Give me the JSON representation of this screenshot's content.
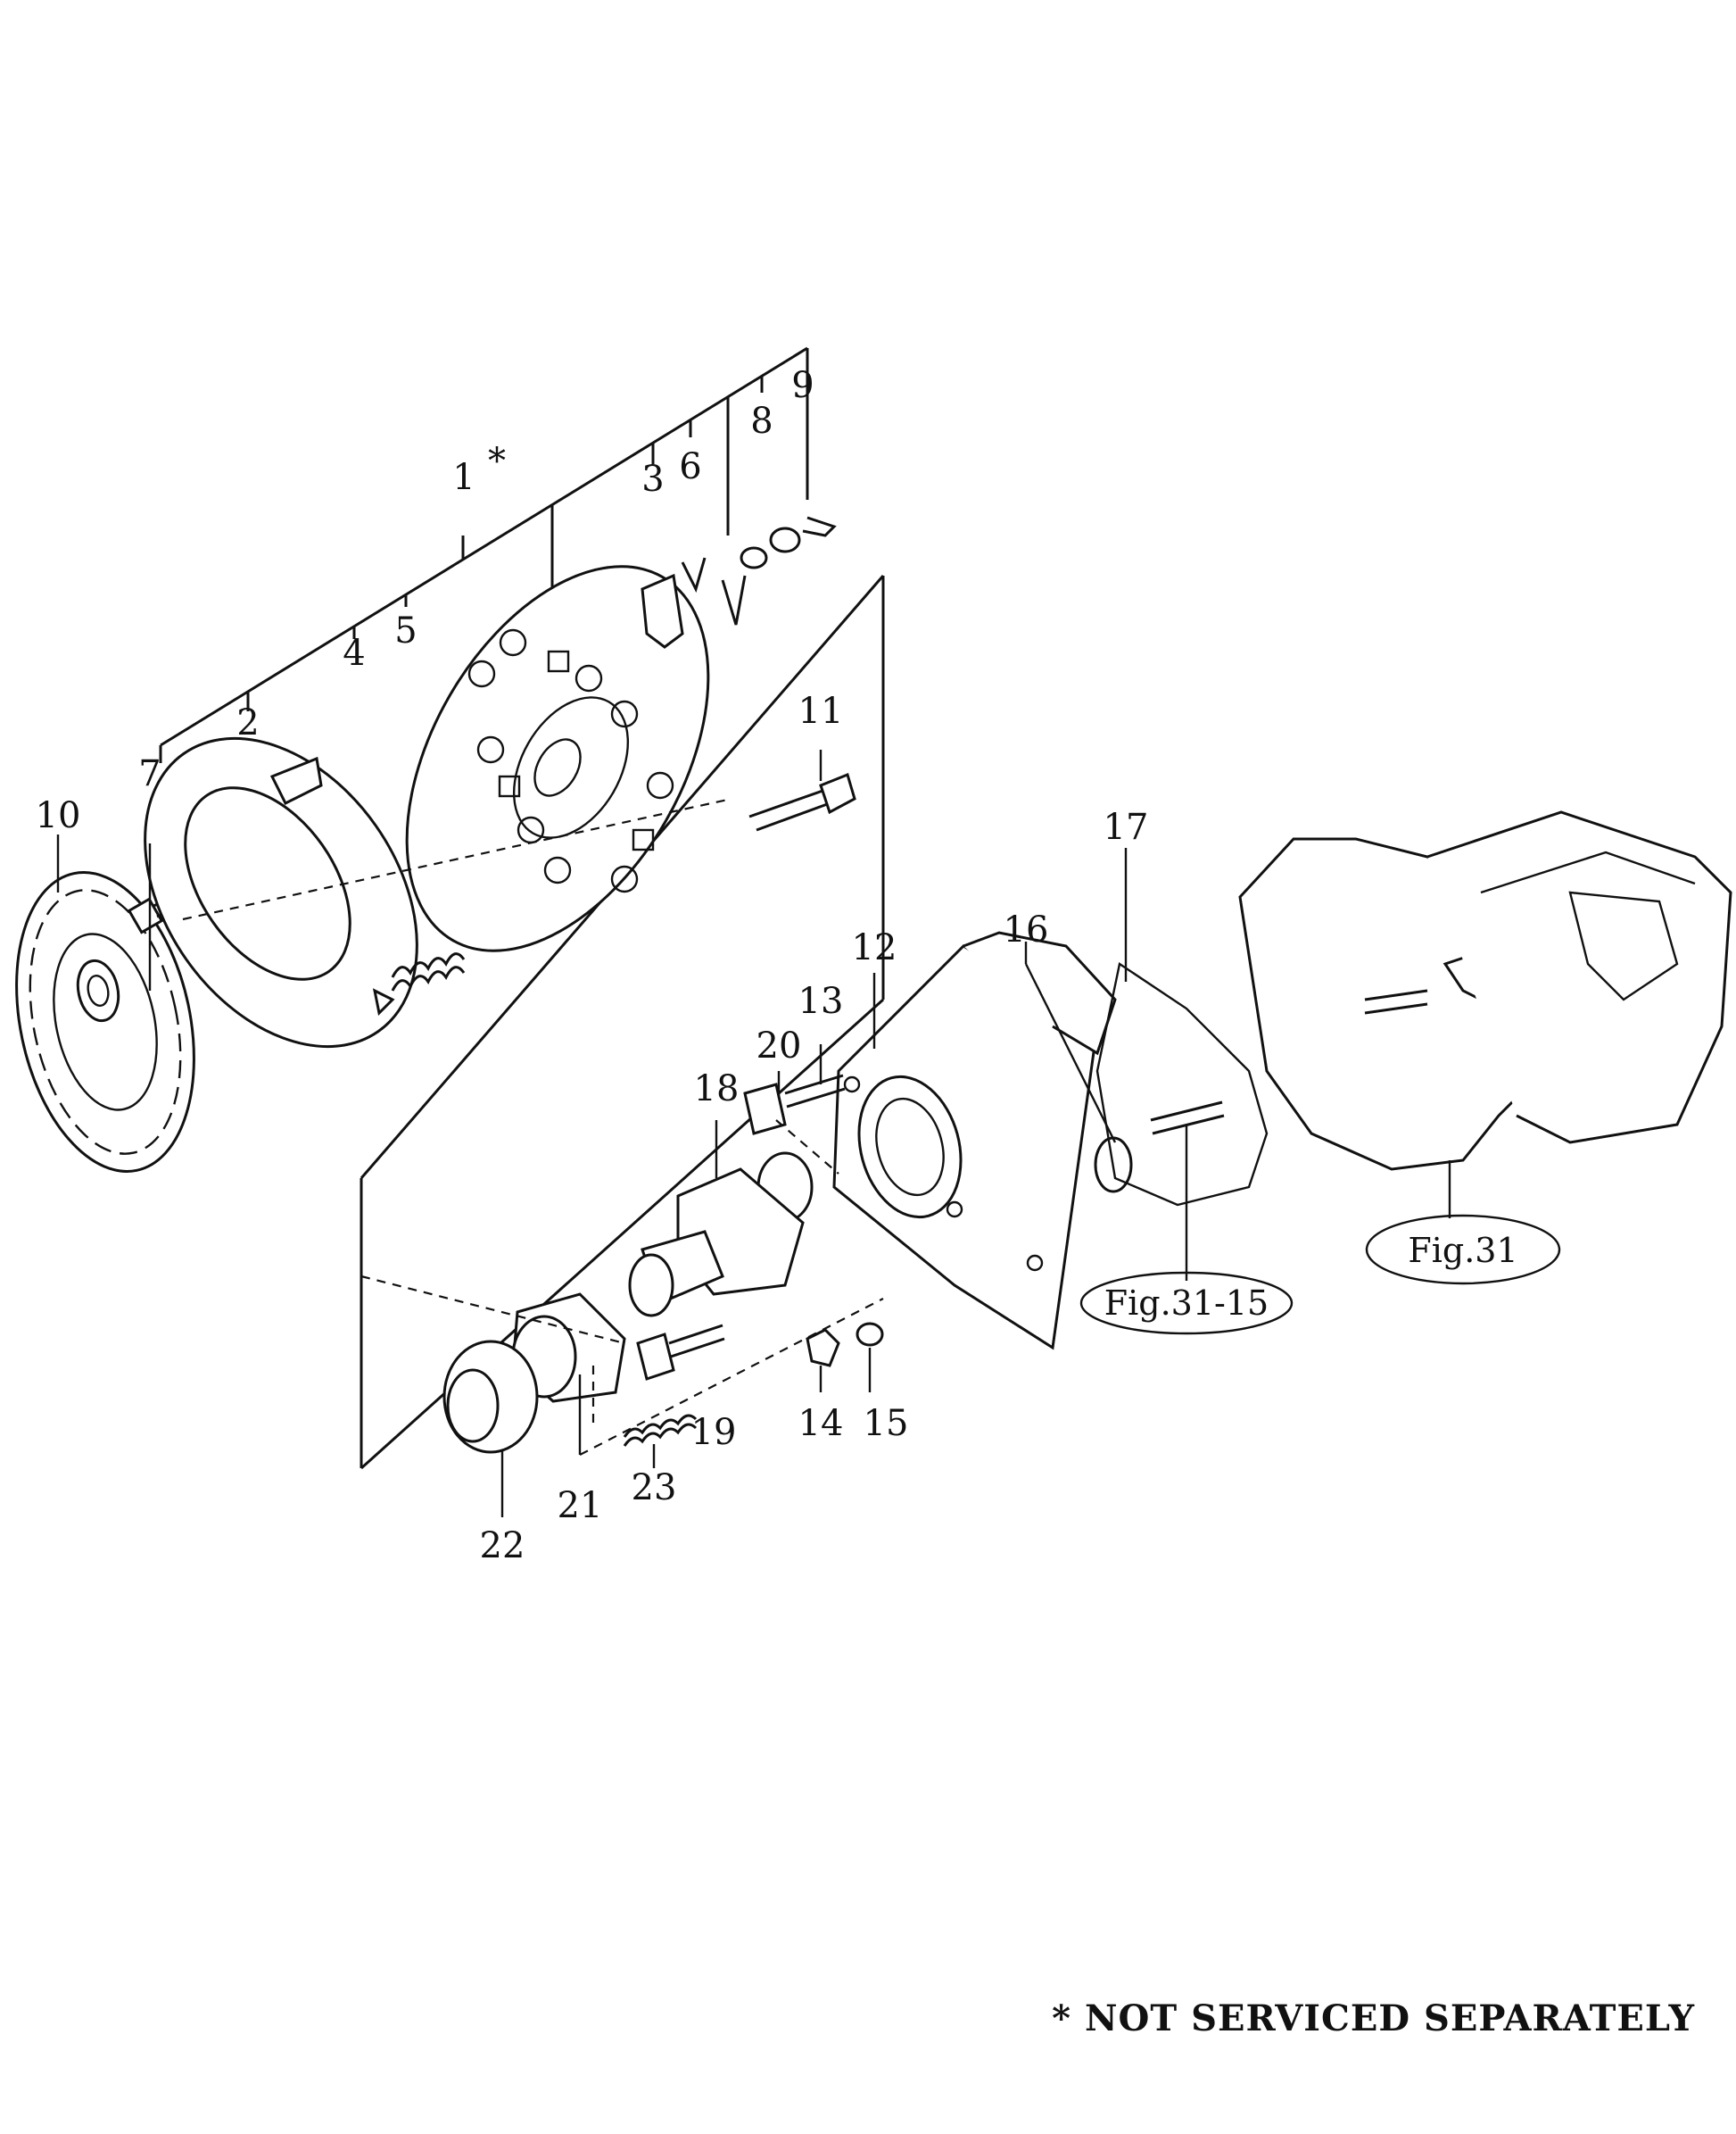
{
  "diagram": {
    "part_numbers": [
      "1",
      "2",
      "3",
      "4",
      "5",
      "6",
      "7",
      "8",
      "9",
      "10",
      "11",
      "12",
      "13",
      "14",
      "15",
      "16",
      "17",
      "18",
      "19",
      "20",
      "21",
      "22",
      "23"
    ],
    "asterisk": "*",
    "figure_refs": [
      "Fig.31-15",
      "Fig.31"
    ],
    "footnote": "* NOT  SERVICED SEPARATELY"
  }
}
